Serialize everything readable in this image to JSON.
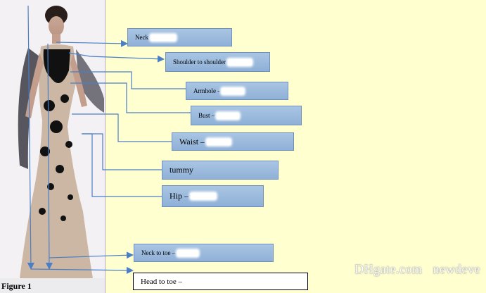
{
  "labels": {
    "neck": "Neck",
    "shoulder": "Shoulder to shoulder",
    "armhole": "Armhole -",
    "bust": "Bust –",
    "waist": "Waist –",
    "tummy": "tummy",
    "hip": "Hip –",
    "neck_to_toe": "Neck to toe –",
    "head_to_toe": "Head to toe –"
  },
  "figure_caption": "Figure 1",
  "watermark": {
    "brand": "DHgate.com",
    "seller": "newdeve"
  },
  "colors": {
    "background": "#ffffd0",
    "label_box": "#9dbbe0",
    "arrow": "#4a7fc8"
  }
}
